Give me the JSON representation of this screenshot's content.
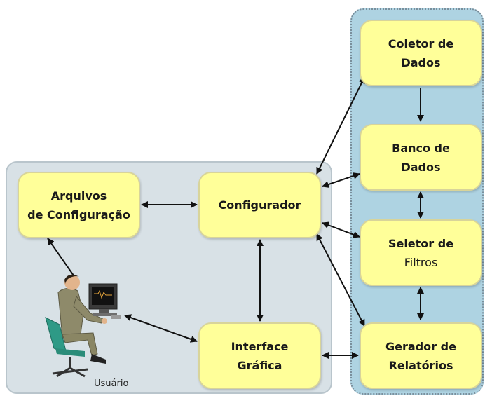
{
  "nodes": {
    "arquivos": {
      "line1": "Arquivos",
      "line2": "de Configuração"
    },
    "configurador": {
      "line1": "Configurador"
    },
    "interface": {
      "line1": "Interface",
      "line2": "Gráfica"
    },
    "coletor": {
      "line1": "Coletor de",
      "line2": "Dados"
    },
    "banco": {
      "line1": "Banco de",
      "line2": "Dados"
    },
    "seletor": {
      "line1": "Seletor de",
      "line2": "Filtros"
    },
    "gerador": {
      "line1": "Gerador de",
      "line2": "Relatórios"
    }
  },
  "actor": {
    "label": "Usuário",
    "icon": "user-at-computer-icon"
  },
  "colors": {
    "node_fill": "#ffff99",
    "left_region": "#d8e1e6",
    "right_region": "#aed3e2",
    "arrow": "#111111"
  },
  "edges": [
    {
      "from": "arquivos",
      "to": "configurador",
      "direction": "both"
    },
    {
      "from": "configurador",
      "to": "interface",
      "direction": "both"
    },
    {
      "from": "configurador",
      "to": "coletor",
      "direction": "both"
    },
    {
      "from": "configurador",
      "to": "banco",
      "direction": "both"
    },
    {
      "from": "configurador",
      "to": "seletor",
      "direction": "both"
    },
    {
      "from": "configurador",
      "to": "gerador",
      "direction": "both"
    },
    {
      "from": "coletor",
      "to": "banco",
      "direction": "forward"
    },
    {
      "from": "banco",
      "to": "seletor",
      "direction": "both"
    },
    {
      "from": "seletor",
      "to": "gerador",
      "direction": "both"
    },
    {
      "from": "interface",
      "to": "gerador",
      "direction": "both"
    },
    {
      "from": "usuario",
      "to": "arquivos",
      "direction": "forward"
    },
    {
      "from": "usuario",
      "to": "interface",
      "direction": "both"
    }
  ]
}
